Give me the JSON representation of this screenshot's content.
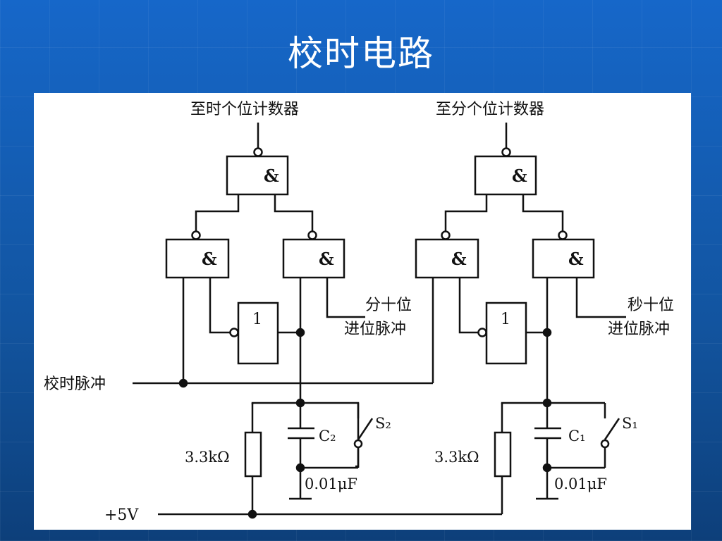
{
  "slide": {
    "title": "校时电路"
  },
  "diagram": {
    "labels": {
      "to_hour_counter": "至时个位计数器",
      "to_minute_counter": "至分个位计数器",
      "minute_tens_carry_l1": "分十位",
      "minute_tens_carry_l2": "进位脉冲",
      "second_tens_carry_l1": "秒十位",
      "second_tens_carry_l2": "进位脉冲",
      "calibration_pulse": "校时脉冲",
      "supply": "+5V",
      "and_symbol": "&",
      "not_symbol": "1",
      "resistor_left": "3.3kΩ",
      "resistor_right": "3.3kΩ",
      "cap_left_name": "C₂",
      "cap_right_name": "C₁",
      "cap_left_value": "0.01μF",
      "cap_right_value": "0.01μF",
      "switch_left": "S₂",
      "switch_right": "S₁"
    }
  }
}
